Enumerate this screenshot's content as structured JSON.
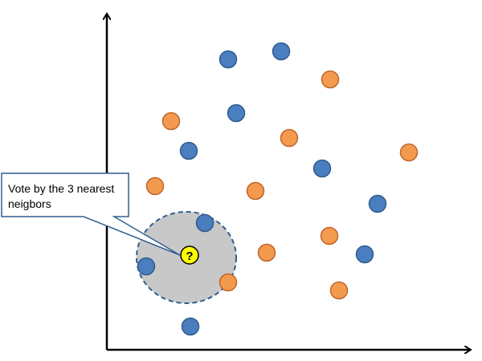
{
  "diagram": {
    "callout": {
      "line1": "Vote by the 3 nearest",
      "line2": "neigbors"
    },
    "query_point": {
      "label": "?",
      "fill": "#ffff00",
      "stroke": "#000000"
    },
    "neighborhood": {
      "fill": "#c8c8c8",
      "stroke": "#2f5f8f",
      "style": "dashed"
    },
    "classes": [
      {
        "name": "blue",
        "fill": "#4a7ebf",
        "stroke": "#2e5c90"
      },
      {
        "name": "orange",
        "fill": "#f39a4f",
        "stroke": "#c0652a"
      }
    ],
    "axes": {
      "color": "#000000",
      "style": "arrows"
    }
  }
}
